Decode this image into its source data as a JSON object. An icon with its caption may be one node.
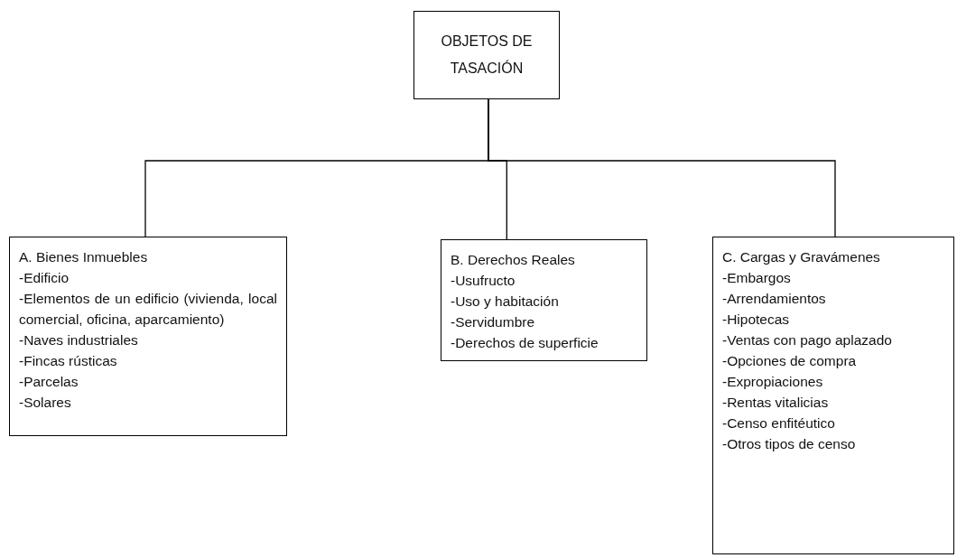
{
  "diagram": {
    "nodes": [
      {
        "text": [
          "OBJETOS DE TASACIÓN"
        ]
      },
      {
        "text": [
          "A. Bienes Inmuebles",
          "-Edificio",
          "-Elementos de un edificio (vivienda, local comercial, oficina, aparcamiento)",
          "-Naves industriales",
          "-Fincas rústicas",
          "-Parcelas",
          "-Solares"
        ]
      },
      {
        "text": [
          "B. Derechos Reales",
          "-Usufructo",
          "-Uso y habitación",
          "-Servidumbre",
          "-Derechos de superficie"
        ]
      },
      {
        "text": [
          "C. Cargas y Gravámenes",
          "-Embargos",
          "-Arrendamientos",
          "-Hipotecas",
          "-Ventas con pago aplazado",
          "-Opciones de compra",
          "-Expropiaciones",
          "-Rentas vitalicias",
          "-Censo enfitéutico",
          "-Otros tipos de censo"
        ]
      }
    ],
    "edges": [
      {
        "from": 0,
        "to": 1,
        "arrow": "none"
      },
      {
        "from": 0,
        "to": 2,
        "arrow": "none"
      },
      {
        "from": 0,
        "to": 3,
        "arrow": "none"
      }
    ]
  }
}
